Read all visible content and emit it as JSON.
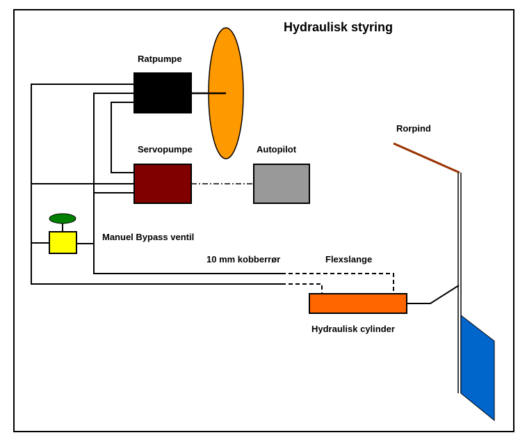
{
  "title": "Hydraulisk styring",
  "labels": {
    "ratpumpe": "Ratpumpe",
    "servopumpe": "Servopumpe",
    "autopilot": "Autopilot",
    "bypass": "Manuel Bypass ventil",
    "copper_pipe": "10 mm kobberrør",
    "flexhose": "Flexslange",
    "cylinder": "Hydraulisk cylinder",
    "tiller": "Rorpind"
  },
  "colors": {
    "wheel": "#FF9900",
    "ratpumpe": "#000000",
    "servopumpe": "#800000",
    "autopilot": "#999999",
    "bypass_valve": "#FFFF00",
    "bypass_knob": "#008000",
    "cylinder": "#FF6600",
    "tiller": "#993300",
    "rudder": "#0066CC",
    "lines": "#000000"
  }
}
